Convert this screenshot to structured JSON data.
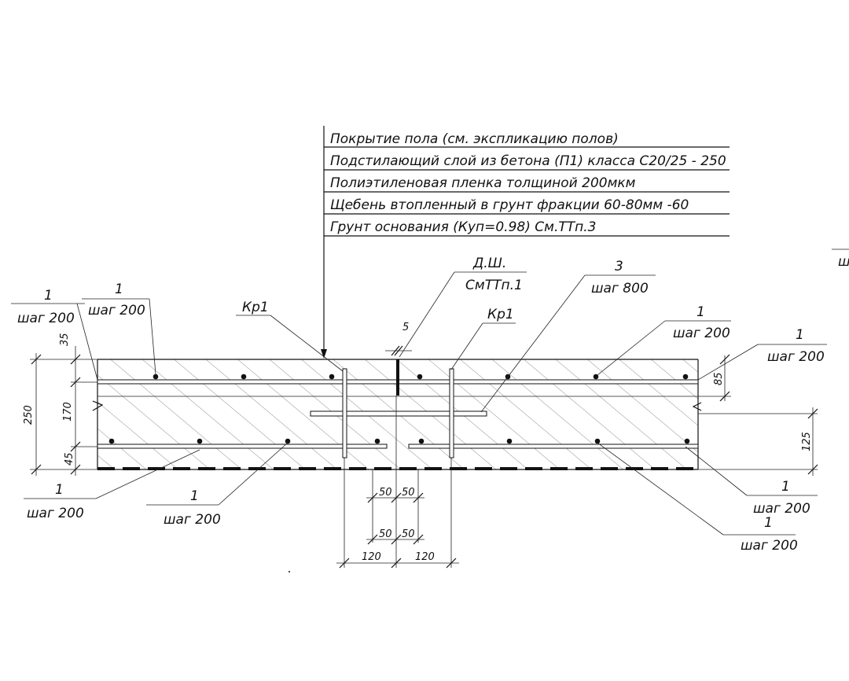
{
  "layers": [
    "Покрытие пола (см. экспликацию полов)",
    "Подстилающий слой из бетона (П1) класса С20/25 - 250",
    "Полиэтиленовая пленка толщиной 200мкм",
    "Щебень втопленный в грунт фракции 60-80мм -60",
    "Грунт основания (Куп=0.98) См.ТТп.3"
  ],
  "callouts": {
    "top_left_a": {
      "num": "1",
      "step": "шаг 200"
    },
    "top_left_b": {
      "num": "1",
      "step": "шаг 200"
    },
    "kr1_left": "Кр1",
    "dsh": {
      "top": "Д.Ш.",
      "bottom": "СмТТп.1"
    },
    "item3": {
      "num": "3",
      "step": "шаг 800"
    },
    "kr1_right": "Кр1",
    "top_right_a": {
      "num": "1",
      "step": "шаг 200"
    },
    "top_right_b": {
      "num": "1",
      "step": "шаг 200"
    },
    "bot_left_a": {
      "num": "1",
      "step": "шаг 200"
    },
    "bot_left_b": {
      "num": "1",
      "step": "шаг 200"
    },
    "bot_right_a": {
      "num": "1",
      "step": "шаг 200"
    },
    "bot_right_b": {
      "num": "1",
      "step": "шаг 200"
    },
    "edge_fragment": "ш"
  },
  "dimensions": {
    "total": "250",
    "top_cover": "35",
    "middle": "170",
    "bottom_cover": "45",
    "right_top": "85",
    "right_bottom": "125",
    "joint_width": "5",
    "row1": [
      "50",
      "50"
    ],
    "row2": [
      "50",
      "50"
    ],
    "row3": [
      "120",
      "120"
    ]
  }
}
